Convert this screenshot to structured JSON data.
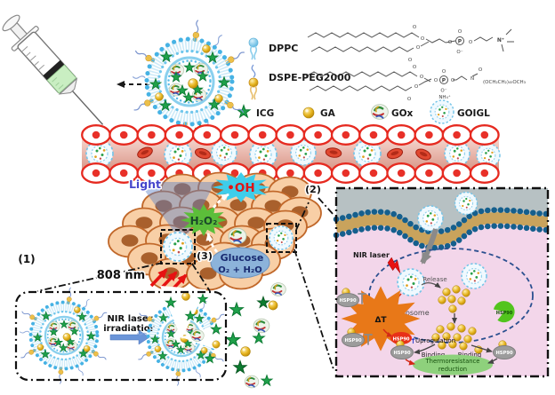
{
  "figure": {
    "legend": {
      "dppc": "DPPC",
      "dspe": "DSPE-PEG2000",
      "icg": "ICG",
      "ga": "GA",
      "gox": "GOx",
      "goigl": "GOIGL"
    },
    "chem": {
      "o": "O",
      "p": "P",
      "o_minus": "O⁻",
      "n_plus": "N⁺",
      "n": "N",
      "nh4": "NH₄⁺",
      "peg": "(OCH₂CH₂)₄₅OCH₃"
    },
    "scene": {
      "light": "Light",
      "oh": "•OH",
      "h2o2": "H₂O₂",
      "step1": "(1)",
      "step2": "(2)",
      "step3": "(3)",
      "glucose": "Glucose",
      "o2_h2o": "O₂ + H₂O",
      "wavelength": "808 nm"
    },
    "inset1": {
      "nir_line1": "NIR laser",
      "nir_line2": "irradiation"
    },
    "inset2": {
      "nir": "NIR laser",
      "release": "Release",
      "lysosome": "Lysosome",
      "delta_t": "ΔT",
      "hsp90": "HSP90",
      "up_arrow": "↑",
      "upregulation": "Upregulation",
      "binding": "Binding",
      "thermo_line1": "Thermoresistance",
      "thermo_line2": "reduction"
    },
    "colors": {
      "oh_cyan": "#3ecdea",
      "h2o2_green": "#5cbe3a",
      "glucose_blue": "#8cb3da",
      "thermo_green": "#8ed17c",
      "beam_blue": "#5a80c8",
      "icg_green": "#1fa14a",
      "ga_gold": "#e6b41e",
      "vessel_red": "#e62a20",
      "tumor_cell": "#f8cfa6",
      "laser_red": "#e61212",
      "hsp90_red": "#e83018",
      "hsp90_gray": "#9c9c9c",
      "hsp90_green": "#52c41e",
      "membrane_head_blue": "#155f8d",
      "cytoplasm_pink": "#f3d6ea"
    }
  }
}
